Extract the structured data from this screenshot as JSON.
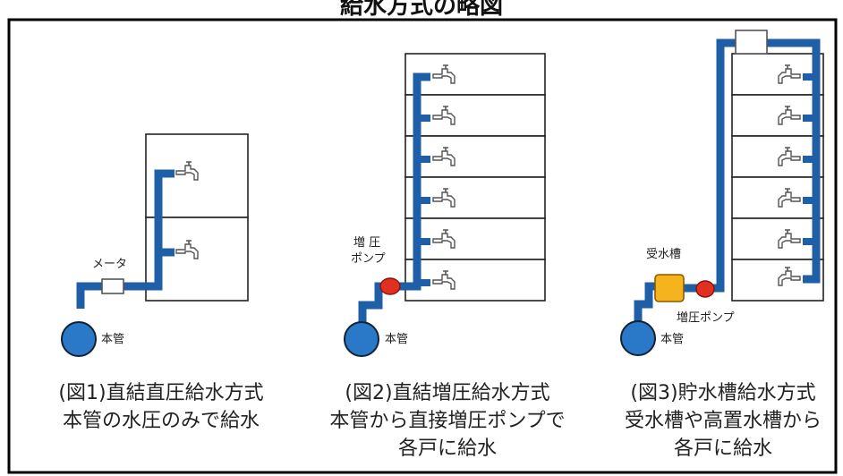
{
  "header": {
    "title": "給水方式の略図"
  },
  "fig1": {
    "meter_label": "メータ",
    "main_label": "本管",
    "caption_line1": "(図1)直結直圧給水方式",
    "caption_line2": "本管の水圧のみで給水"
  },
  "fig2": {
    "pump_label_line1": "増 圧",
    "pump_label_line2": "ポンプ",
    "main_label": "本管",
    "caption_line1": "(図2)直結増圧給水方式",
    "caption_line2": "本管から直接増圧ポンプで",
    "caption_line3": "各戸に給水"
  },
  "fig3": {
    "tank_label": "受水槽",
    "pump_label": "増圧ポンプ",
    "main_label": "本管",
    "caption_line1": "(図3)貯水槽給水方式",
    "caption_line2": "受水槽や高置水槽から",
    "caption_line3": "各戸に給水"
  },
  "colors": {
    "pipe": "#1f5fa8",
    "main_pipe_fill": "#2a78c8",
    "pump": "#e03020",
    "tank": "#f5b41e",
    "frame": "#000000"
  },
  "icons": [
    "faucet-icon",
    "water-meter-icon",
    "booster-pump-icon",
    "receiving-tank-icon",
    "elevated-tank-icon",
    "main-pipe-icon"
  ]
}
